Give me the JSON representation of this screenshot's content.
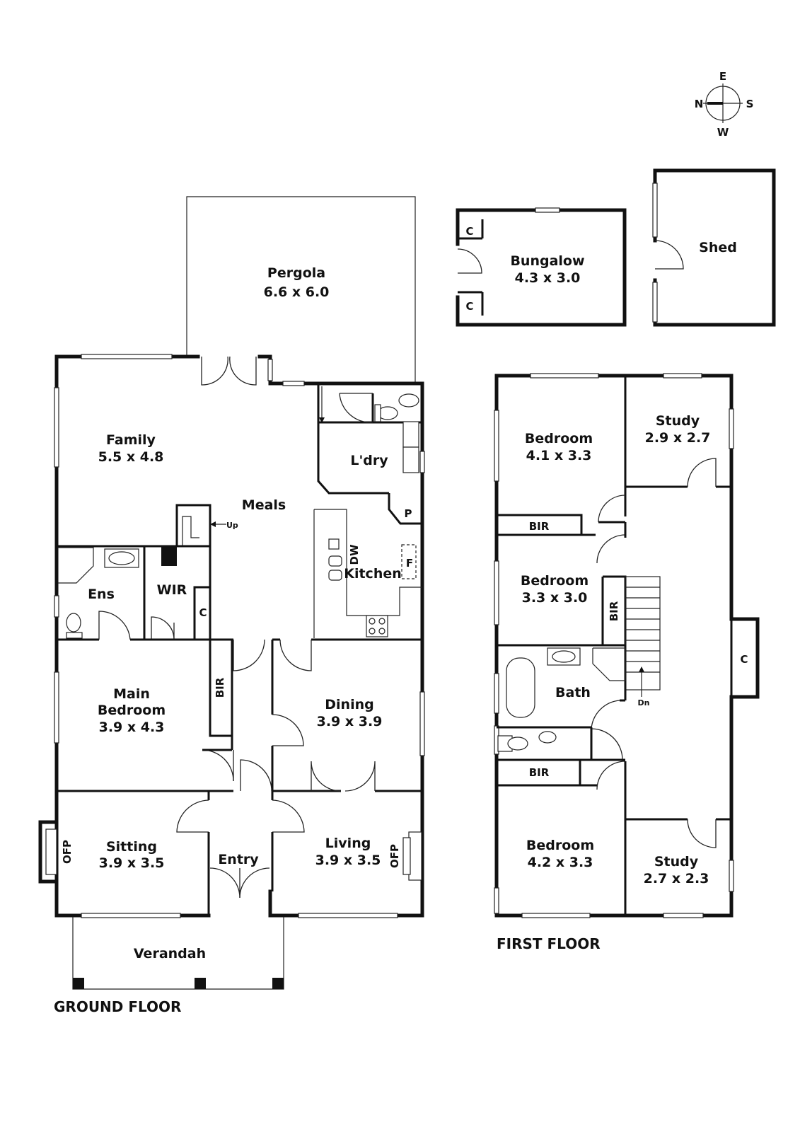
{
  "compass": {
    "e": "E",
    "n": "N",
    "s": "S",
    "w": "W"
  },
  "floors": {
    "ground": "GROUND FLOOR",
    "first": "FIRST FLOOR"
  },
  "outbuildings": {
    "bungalow": {
      "name": "Bungalow",
      "dims": "4.3 x 3.0",
      "closet": "C"
    },
    "shed": {
      "name": "Shed"
    }
  },
  "ground_rooms": {
    "pergola": {
      "name": "Pergola",
      "dims": "6.6 x 6.0"
    },
    "family": {
      "name": "Family",
      "dims": "5.5 x 4.8"
    },
    "meals": {
      "name": "Meals"
    },
    "laundry": {
      "name": "L'dry"
    },
    "pantry": {
      "name": "P"
    },
    "fridge": {
      "name": "F"
    },
    "dw": {
      "name": "DW"
    },
    "kitchen": {
      "name": "Kitchen"
    },
    "ens": {
      "name": "Ens"
    },
    "wir": {
      "name": "WIR"
    },
    "closet": {
      "name": "C"
    },
    "bir": {
      "name": "BIR"
    },
    "stairs_up": {
      "name": "Up"
    },
    "main_bedroom": {
      "line1": "Main",
      "line2": "Bedroom",
      "dims": "3.9 x 4.3"
    },
    "dining": {
      "name": "Dining",
      "dims": "3.9 x 3.9"
    },
    "sitting": {
      "name": "Sitting",
      "dims": "3.9 x 3.5"
    },
    "entry": {
      "name": "Entry"
    },
    "living": {
      "name": "Living",
      "dims": "3.9 x 3.5"
    },
    "ofp": {
      "name": "OFP"
    },
    "verandah": {
      "name": "Verandah"
    }
  },
  "first_rooms": {
    "bedroom1": {
      "name": "Bedroom",
      "dims": "4.1 x 3.3"
    },
    "study1": {
      "name": "Study",
      "dims": "2.9 x 2.7"
    },
    "bir": {
      "name": "BIR"
    },
    "bedroom2": {
      "name": "Bedroom",
      "dims": "3.3 x 3.0"
    },
    "bath": {
      "name": "Bath"
    },
    "stairs_dn": {
      "name": "Dn"
    },
    "closet": {
      "name": "C"
    },
    "bedroom3": {
      "name": "Bedroom",
      "dims": "4.2 x 3.3"
    },
    "study2": {
      "name": "Study",
      "dims": "2.7 x 2.3"
    }
  }
}
